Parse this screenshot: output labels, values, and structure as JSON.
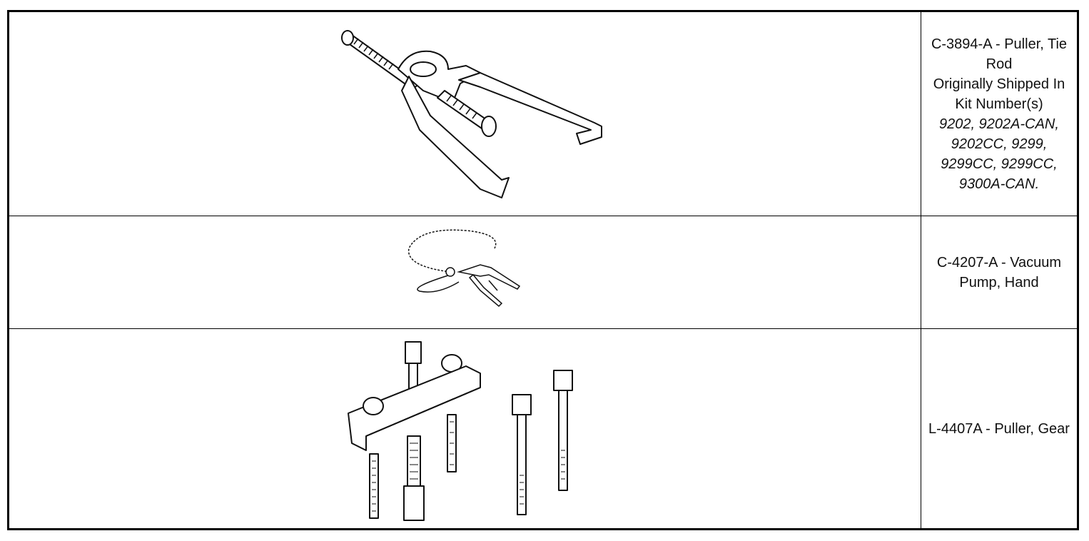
{
  "tools": [
    {
      "name": "C-3894-A - Puller, Tie Rod",
      "shipped_label": "Originally Shipped In Kit Number(s)",
      "kits": "9202, 9202A-CAN, 9202CC, 9299, 9299CC, 9299CC, 9300A-CAN.",
      "icon": "tie-rod-puller-illustration"
    },
    {
      "name": "C-4207-A - Vacuum Pump, Hand",
      "icon": "vacuum-pump-illustration"
    },
    {
      "name": "L-4407A - Puller, Gear",
      "icon": "gear-puller-illustration"
    }
  ]
}
